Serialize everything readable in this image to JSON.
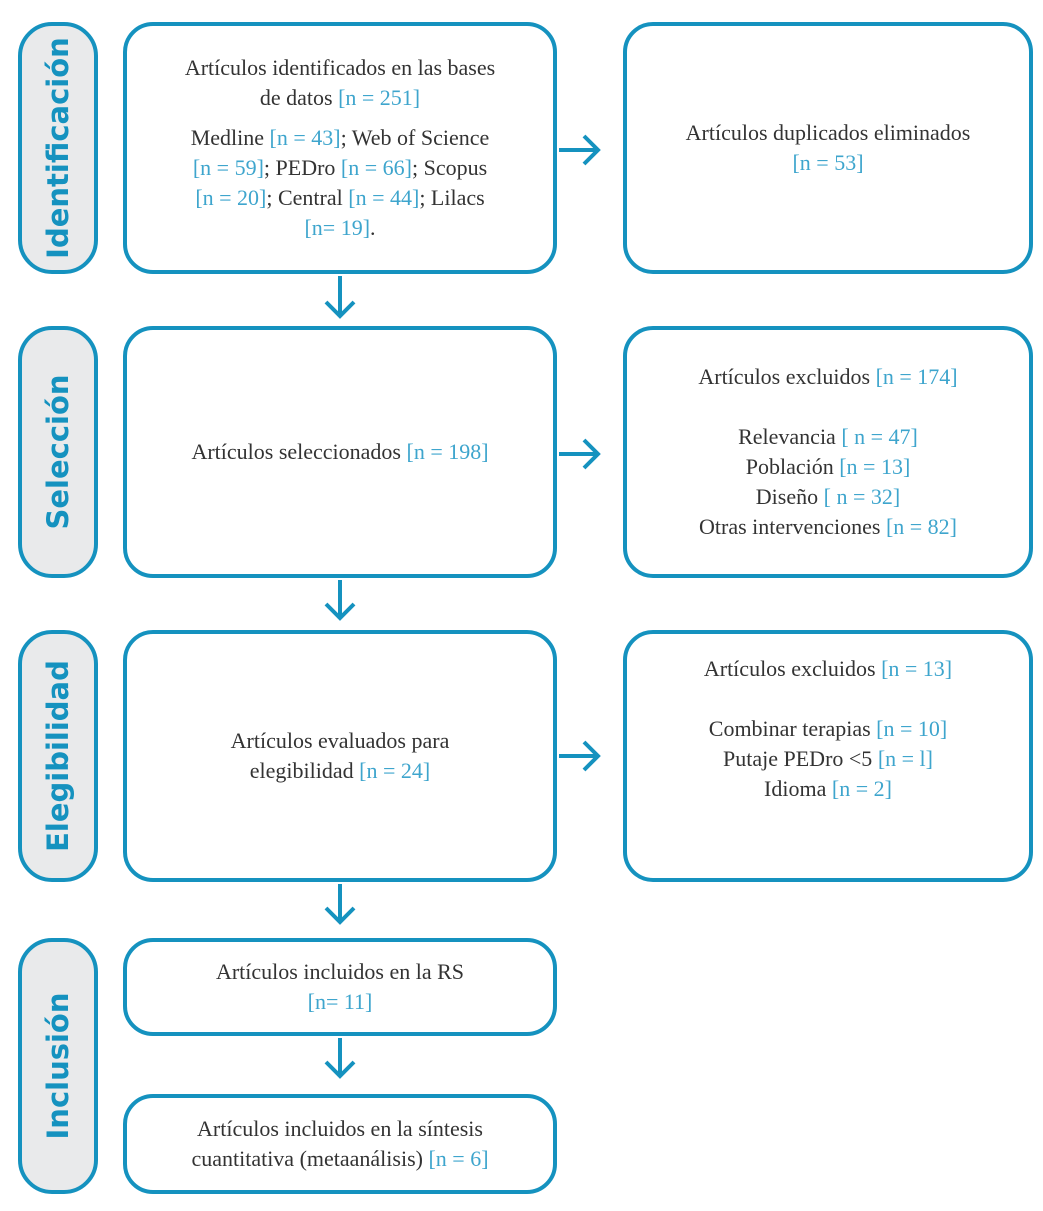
{
  "colors": {
    "accent": "#1592bf",
    "number": "#3ea5cd",
    "phase_fill": "#e9eaeb",
    "text": "#333333"
  },
  "phases": {
    "identification": "Identificación",
    "selection": "Selección",
    "eligibility": "Elegibilidad",
    "inclusion": "Inclusión"
  },
  "identified": {
    "text1": "Artículos identificados en las bases",
    "text2": "de datos ",
    "n_total": "[n = 251]",
    "medline": "Medline ",
    "n_medline": "[n = 43]",
    "wos": "; Web of Science",
    "n_wos": "[n = 59]",
    "pedro": "; PEDro ",
    "n_pedro": "[n = 66]",
    "scopus": "; Scopus",
    "n_scopus": "[n = 20]",
    "central": "; Central ",
    "n_central": "[n = 44]",
    "lilacs": "; Lilacs",
    "n_lilacs": "[n= 19]",
    "end": "."
  },
  "duplicates": {
    "text": "Artículos duplicados eliminados",
    "n": "[n = 53]"
  },
  "selected": {
    "text": "Artículos seleccionados ",
    "n": "[n = 198]"
  },
  "excluded_selection": {
    "title": "Artículos excluidos ",
    "n": "[n = 174]",
    "items": [
      {
        "label": "Relevancia ",
        "n": "[ n = 47]"
      },
      {
        "label": "Población ",
        "n": "[n = 13]"
      },
      {
        "label": "Diseño ",
        "n": "[ n = 32]"
      },
      {
        "label": "Otras intervenciones ",
        "n": "[n = 82]"
      }
    ]
  },
  "evaluated": {
    "text1": "Artículos evaluados para",
    "text2": "elegibilidad ",
    "n": "[n = 24]"
  },
  "excluded_eligibility": {
    "title": "Artículos excluidos ",
    "n": "[n = 13]",
    "items": [
      {
        "label": "Combinar terapias ",
        "n": "[n = 10]"
      },
      {
        "label": "Putaje PEDro <5 ",
        "n": "[n = l]"
      },
      {
        "label": "Idioma ",
        "n": "[n = 2]"
      }
    ]
  },
  "included_rs": {
    "text": "Artículos incluidos en la RS",
    "n": "[n= 11]"
  },
  "included_meta": {
    "text1": "Artículos incluidos en la síntesis",
    "text2": "cuantitativa (metaanálisis) ",
    "n": "[n = 6]"
  }
}
